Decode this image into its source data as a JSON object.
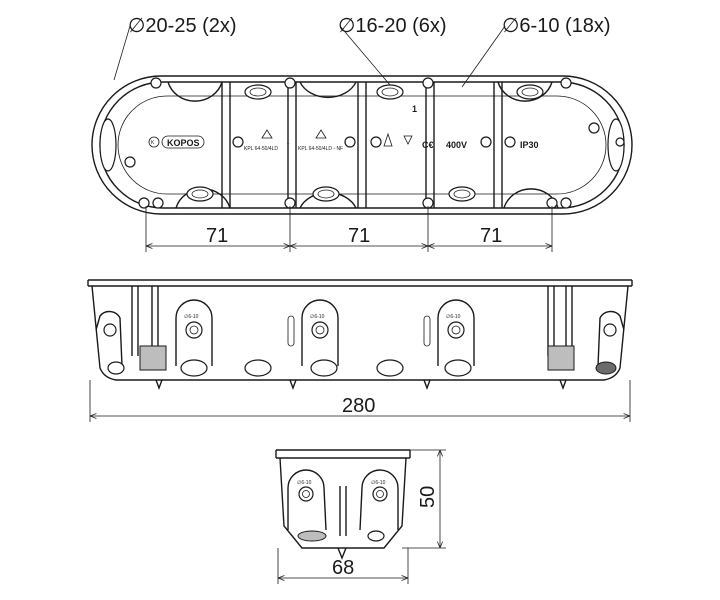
{
  "callouts": {
    "large": "∅20-25 (2x)",
    "medium": "∅16-20 (6x)",
    "small": "∅6-10 (18x)"
  },
  "top_view": {
    "brand": "KOPOS",
    "voltage": "400V",
    "ip_rating": "IP30",
    "ce_mark": "C€",
    "model_a": "KPL 64-50/4LD",
    "model_b": "KPL 64-50/4LD - NF",
    "number_mark": "1",
    "spacing": [
      "71",
      "71",
      "71"
    ]
  },
  "side_view": {
    "length": "280",
    "knockout_label": "∅6-10"
  },
  "end_view": {
    "width": "68",
    "height": "50",
    "knockout_label": "∅6-10"
  }
}
